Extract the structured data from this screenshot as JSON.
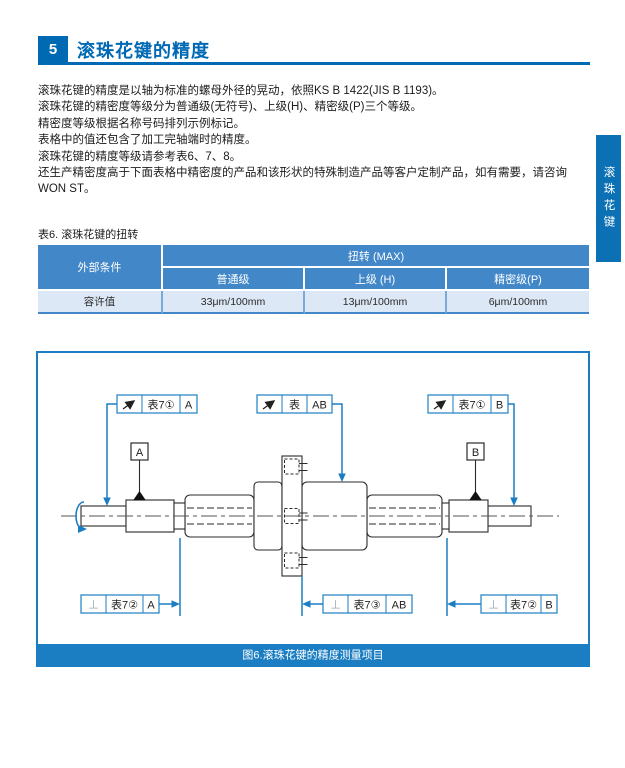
{
  "colors": {
    "primary_blue": "#0069b4",
    "figure_line_blue": "#1b7ec2",
    "table_header_blue": "#4287c7",
    "table_row_bg": "#dce8f5"
  },
  "header": {
    "number": "5",
    "title": "滚珠花键的精度"
  },
  "intro": {
    "lines": [
      "滚珠花键的精度是以轴为标准的螺母外径的晃动，依照KS B 1422(JIS B 1193)。",
      "滚珠花键的精密度等级分为普通级(无符号)、上级(H)、精密级(P)三个等级。",
      "精密度等级根据名称号码排列示例标记。",
      "表格中的值还包含了加工完轴端时的精度。",
      "滚珠花键的精度等级请参考表6、7、8。",
      "还生产精密度高于下面表格中精密度的产品和该形状的特殊制造产品等客户定制产品，如有需要，请咨询WON ST。"
    ]
  },
  "table6": {
    "caption": "表6. 滚珠花键的扭转",
    "corner": "外部条件",
    "group": "扭转 (MAX)",
    "columns": [
      "普通级",
      "上级 (H)",
      "精密级(P)"
    ],
    "row_label": "容许值",
    "values": [
      "33μm/100mm",
      "13μm/100mm",
      "6μm/100mm"
    ]
  },
  "figure": {
    "caption": "图6.滚珠花键的精度测量项目",
    "perp": "⊥",
    "datum_a": "A",
    "datum_b": "B",
    "top_callouts": [
      {
        "ref": "表7①",
        "datum": "A"
      },
      {
        "ref": "表",
        "datum": "AB"
      },
      {
        "ref": "表7①",
        "datum": "B"
      }
    ],
    "bottom_callouts": [
      {
        "ref": "表7②",
        "datum": "A"
      },
      {
        "ref": "表7③",
        "datum": "AB"
      },
      {
        "ref": "表7②",
        "datum": "B"
      }
    ]
  },
  "sidebar": {
    "tab": "滚珠花键"
  }
}
